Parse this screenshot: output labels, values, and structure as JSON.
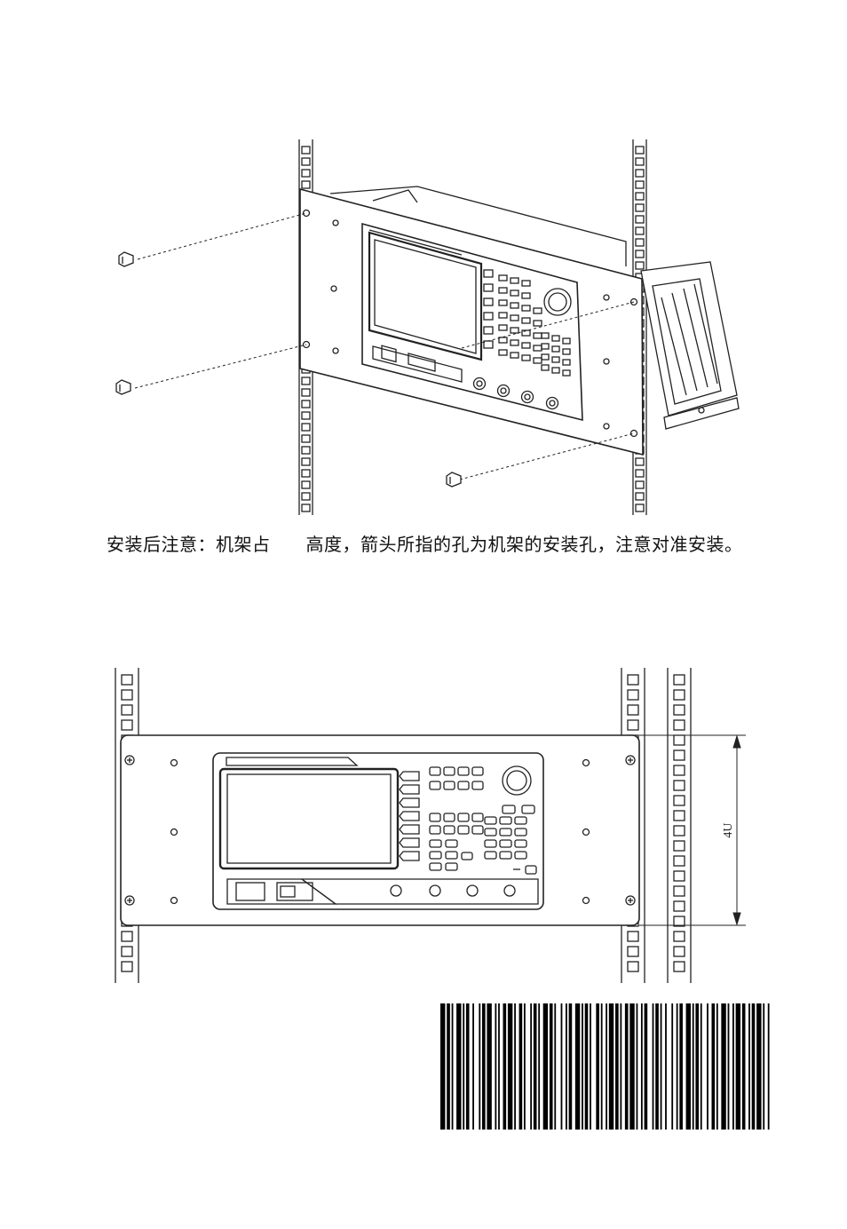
{
  "caption": {
    "before": "安装后注意：机架占",
    "after": "高度，箭头所指的孔为机架的安装孔，注意对准安装。"
  },
  "diagram_front": {
    "height_label": "4U"
  },
  "barcode": {
    "bars": [
      3,
      1,
      2,
      1,
      1,
      2,
      3,
      1,
      1,
      1,
      2,
      2,
      1,
      3,
      1,
      1,
      2,
      1,
      3,
      2,
      1,
      1,
      1,
      2,
      2,
      1,
      3,
      1,
      1,
      2,
      2,
      1,
      1,
      3,
      1,
      1,
      2,
      1,
      1,
      2,
      3,
      1,
      2,
      1,
      1,
      3,
      1,
      2,
      1,
      1,
      2,
      2,
      3,
      1,
      1,
      1,
      2,
      1,
      1,
      3,
      2,
      1,
      1,
      2,
      1,
      1,
      3,
      1,
      2,
      1,
      1,
      2,
      2,
      1,
      3,
      1,
      1,
      2,
      1,
      1,
      2,
      3,
      1,
      1,
      2,
      1,
      1,
      2,
      1,
      3,
      1,
      2,
      1,
      1,
      2,
      2,
      3,
      1,
      1,
      1,
      2,
      1,
      1,
      3,
      1,
      2,
      2,
      1,
      1,
      2,
      3,
      1,
      1,
      2,
      1,
      1,
      3,
      1,
      2,
      2,
      1,
      1,
      2,
      1,
      3,
      1,
      1,
      2,
      1,
      3
    ]
  }
}
